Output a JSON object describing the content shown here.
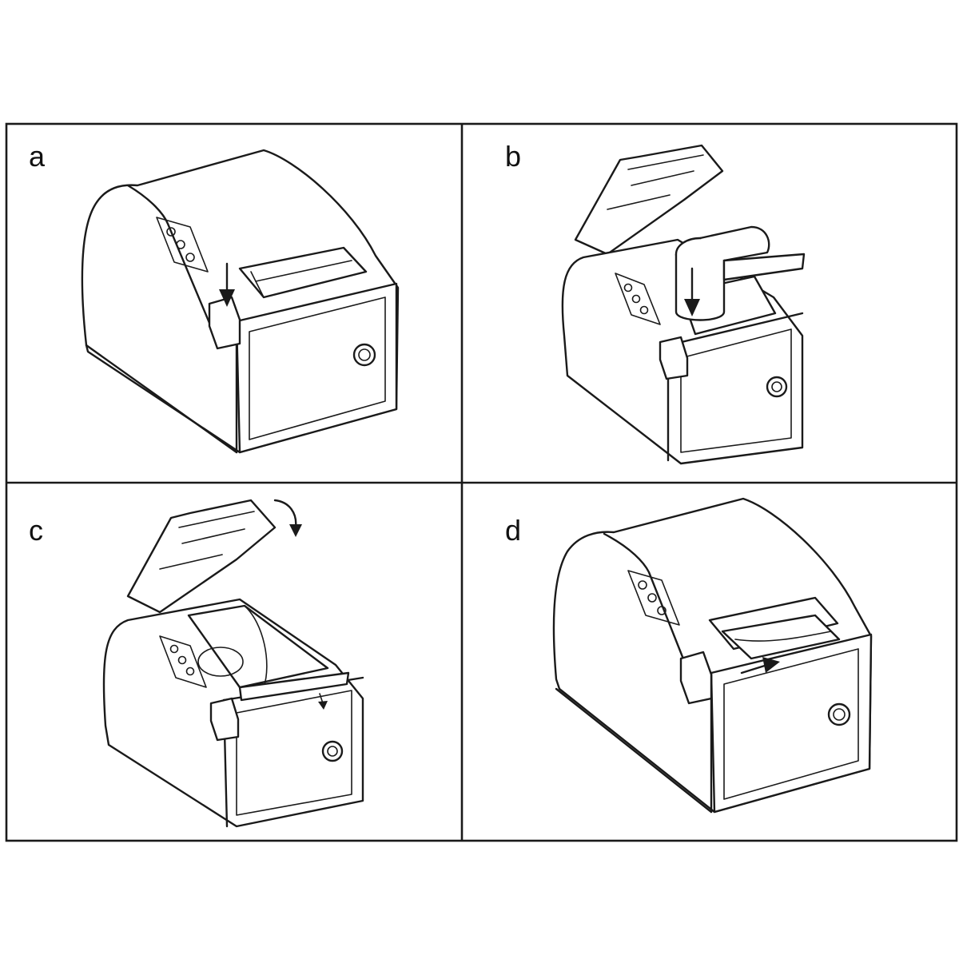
{
  "panels": [
    {
      "id": "a",
      "label": "a"
    },
    {
      "id": "b",
      "label": "b"
    },
    {
      "id": "c",
      "label": "c"
    },
    {
      "id": "d",
      "label": "d"
    }
  ],
  "colors": {
    "line": "#1a1a1a",
    "background": "#ffffff"
  }
}
